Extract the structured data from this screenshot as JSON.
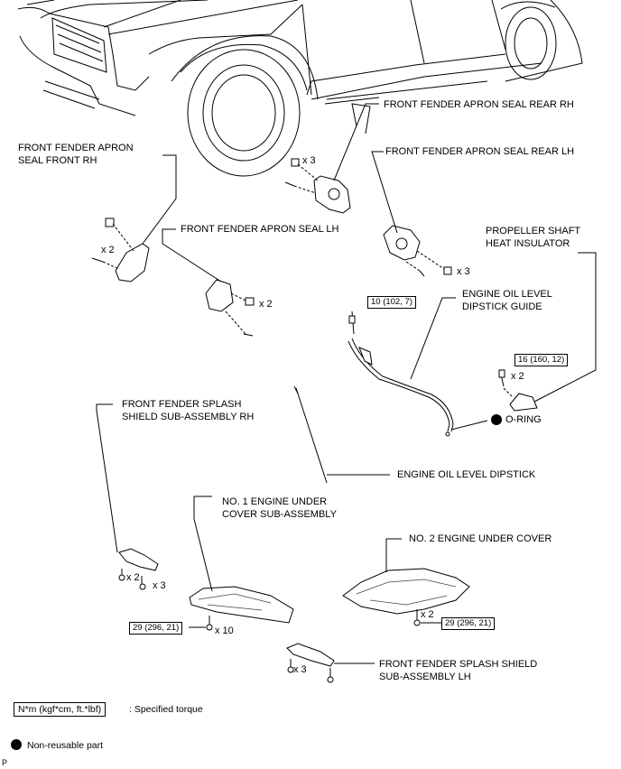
{
  "labels": {
    "front_fender_apron_seal_rear_rh": "FRONT FENDER APRON SEAL REAR RH",
    "front_fender_apron_seal_rear_lh": "FRONT FENDER APRON SEAL REAR LH",
    "front_fender_apron_seal_front_rh_line1": "FRONT FENDER APRON",
    "front_fender_apron_seal_front_rh_line2": "SEAL FRONT RH",
    "front_fender_apron_seal_lh": "FRONT FENDER APRON SEAL LH",
    "propeller_shaft_heat_insulator_line1": "PROPELLER SHAFT",
    "propeller_shaft_heat_insulator_line2": "HEAT INSULATOR",
    "engine_oil_level_dipstick_guide_line1": "ENGINE OIL LEVEL",
    "engine_oil_level_dipstick_guide_line2": "DIPSTICK GUIDE",
    "o_ring": "O-RING",
    "front_fender_splash_shield_rh_line1": "FRONT FENDER SPLASH",
    "front_fender_splash_shield_rh_line2": "SHIELD SUB-ASSEMBLY RH",
    "engine_oil_level_dipstick": "ENGINE OIL LEVEL DIPSTICK",
    "no1_engine_under_cover_line1": "NO. 1 ENGINE UNDER",
    "no1_engine_under_cover_line2": "COVER SUB-ASSEMBLY",
    "no2_engine_under_cover": "NO. 2 ENGINE UNDER COVER",
    "front_fender_splash_shield_lh_line1": "FRONT FENDER SPLASH SHIELD",
    "front_fender_splash_shield_lh_line2": "SUB-ASSEMBLY LH"
  },
  "quantities": {
    "rear_rh_clips": "x 3",
    "rear_lh_clips": "x 3",
    "front_rh_clips": "x 2",
    "seal_lh_clips": "x 2",
    "insulator_bolts": "x 2",
    "splash_rh_bolts": "x 2",
    "splash_rh_clips": "x 3",
    "no1_cover_bolts": "x 10",
    "no2_cover_bolts": "x 2",
    "splash_lh_clips": "x 3"
  },
  "torques": {
    "dipstick_guide": "10 (102, 7)",
    "insulator": "16 (160, 12)",
    "no1_cover": "29 (296, 21)",
    "no2_cover": "29 (296, 21)"
  },
  "legend": {
    "torque_units": "N*m (kgf*cm, ft.*lbf)",
    "torque_desc": ": Specified torque",
    "nonreusable_desc": "Non-reusable part"
  },
  "footer_code": "P"
}
